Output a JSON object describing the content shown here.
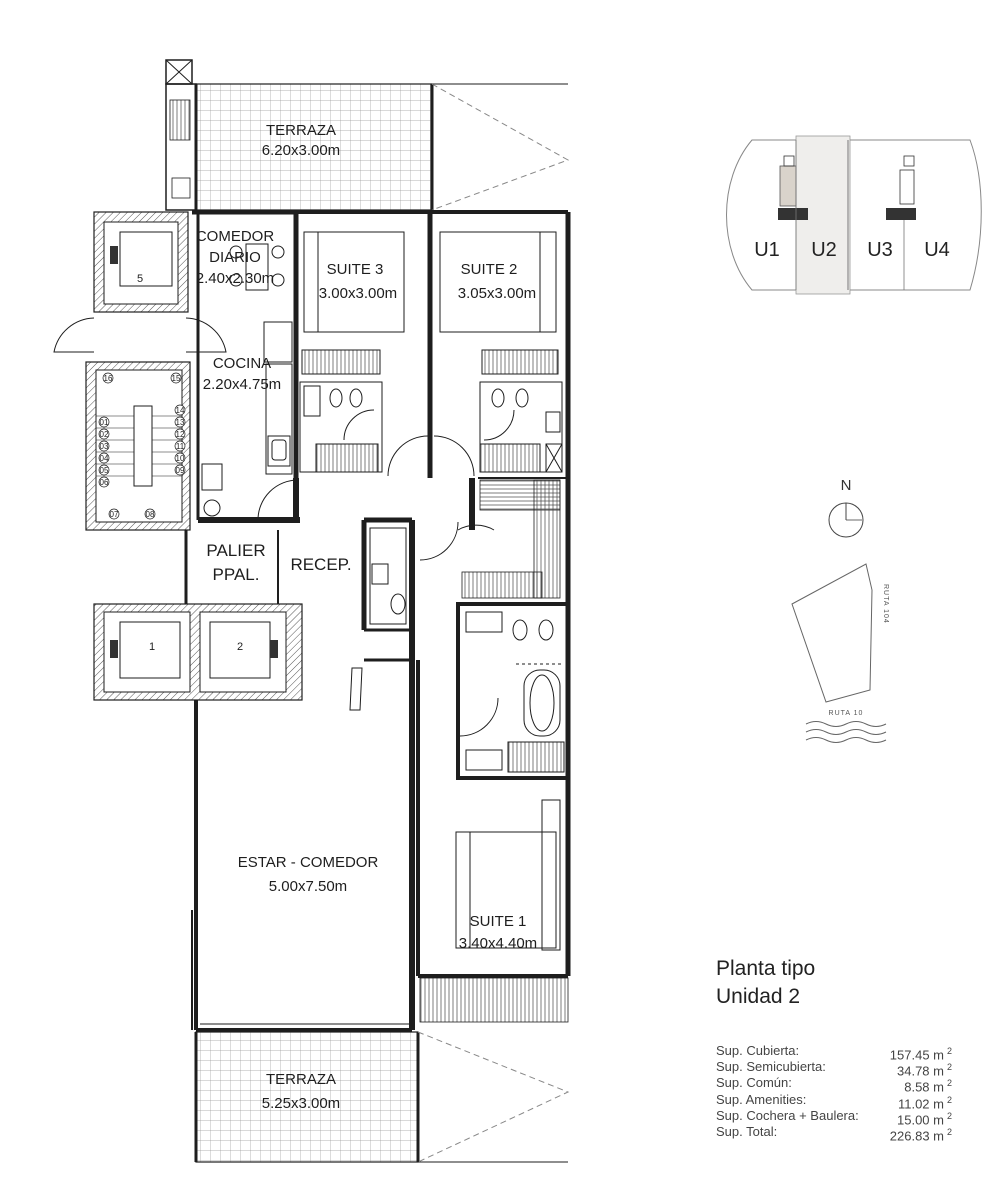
{
  "plan": {
    "rooms": {
      "terraza_top": {
        "name": "TERRAZA",
        "dims": "6.20x3.00m"
      },
      "comedor_diario": {
        "name1": "COMEDOR",
        "name2": "DIARIO",
        "dims": "2.40x2.30m"
      },
      "suite3": {
        "name": "SUITE 3",
        "dims": "3.00x3.00m"
      },
      "suite2": {
        "name": "SUITE 2",
        "dims": "3.05x3.00m"
      },
      "cocina": {
        "name": "COCINA",
        "dims": "2.20x4.75m"
      },
      "palier": {
        "name1": "PALIER",
        "name2": "PPAL."
      },
      "recep": {
        "name": "RECEP."
      },
      "estar": {
        "name": "ESTAR - COMEDOR",
        "dims": "5.00x7.50m"
      },
      "suite1": {
        "name": "SUITE 1",
        "dims": "3.40x4.40m"
      },
      "terraza_bottom": {
        "name": "TERRAZA",
        "dims": "5.25x3.00m"
      }
    },
    "elevators": {
      "e5": "5",
      "e1": "1",
      "e2": "2"
    },
    "stair_steps": {
      "top_left": "16",
      "top_right": "15",
      "left": [
        "01",
        "02",
        "03",
        "04",
        "05",
        "06"
      ],
      "right": [
        "14",
        "13",
        "12",
        "11",
        "10",
        "09"
      ],
      "bottom_left": "07",
      "bottom_right": "08"
    }
  },
  "key_plan": {
    "units": [
      "U1",
      "U2",
      "U3",
      "U4"
    ],
    "highlight_color": "#d9d3cb"
  },
  "north": {
    "label": "N"
  },
  "location": {
    "road_side": "RUTA 104",
    "road_bottom": "RUTA 10"
  },
  "title": {
    "line1": "Planta tipo",
    "line2": "Unidad 2"
  },
  "areas": [
    {
      "label": "Sup. Cubierta:",
      "value": "157.45 m",
      "sup": "2"
    },
    {
      "label": "Sup. Semicubierta:",
      "value": "34.78 m",
      "sup": "2"
    },
    {
      "label": "Sup. Común:",
      "value": "8.58 m",
      "sup": "2"
    },
    {
      "label": "Sup. Amenities:",
      "value": "11.02 m",
      "sup": "2"
    },
    {
      "label": "Sup. Cochera + Baulera:",
      "value": "15.00 m",
      "sup": "2"
    },
    {
      "label": "Sup. Total:",
      "value": "226.83 m",
      "sup": "2"
    }
  ],
  "colors": {
    "wall": "#1e1e1e",
    "grid": "#8a8a8a",
    "hatch": "#6a6a6a"
  }
}
